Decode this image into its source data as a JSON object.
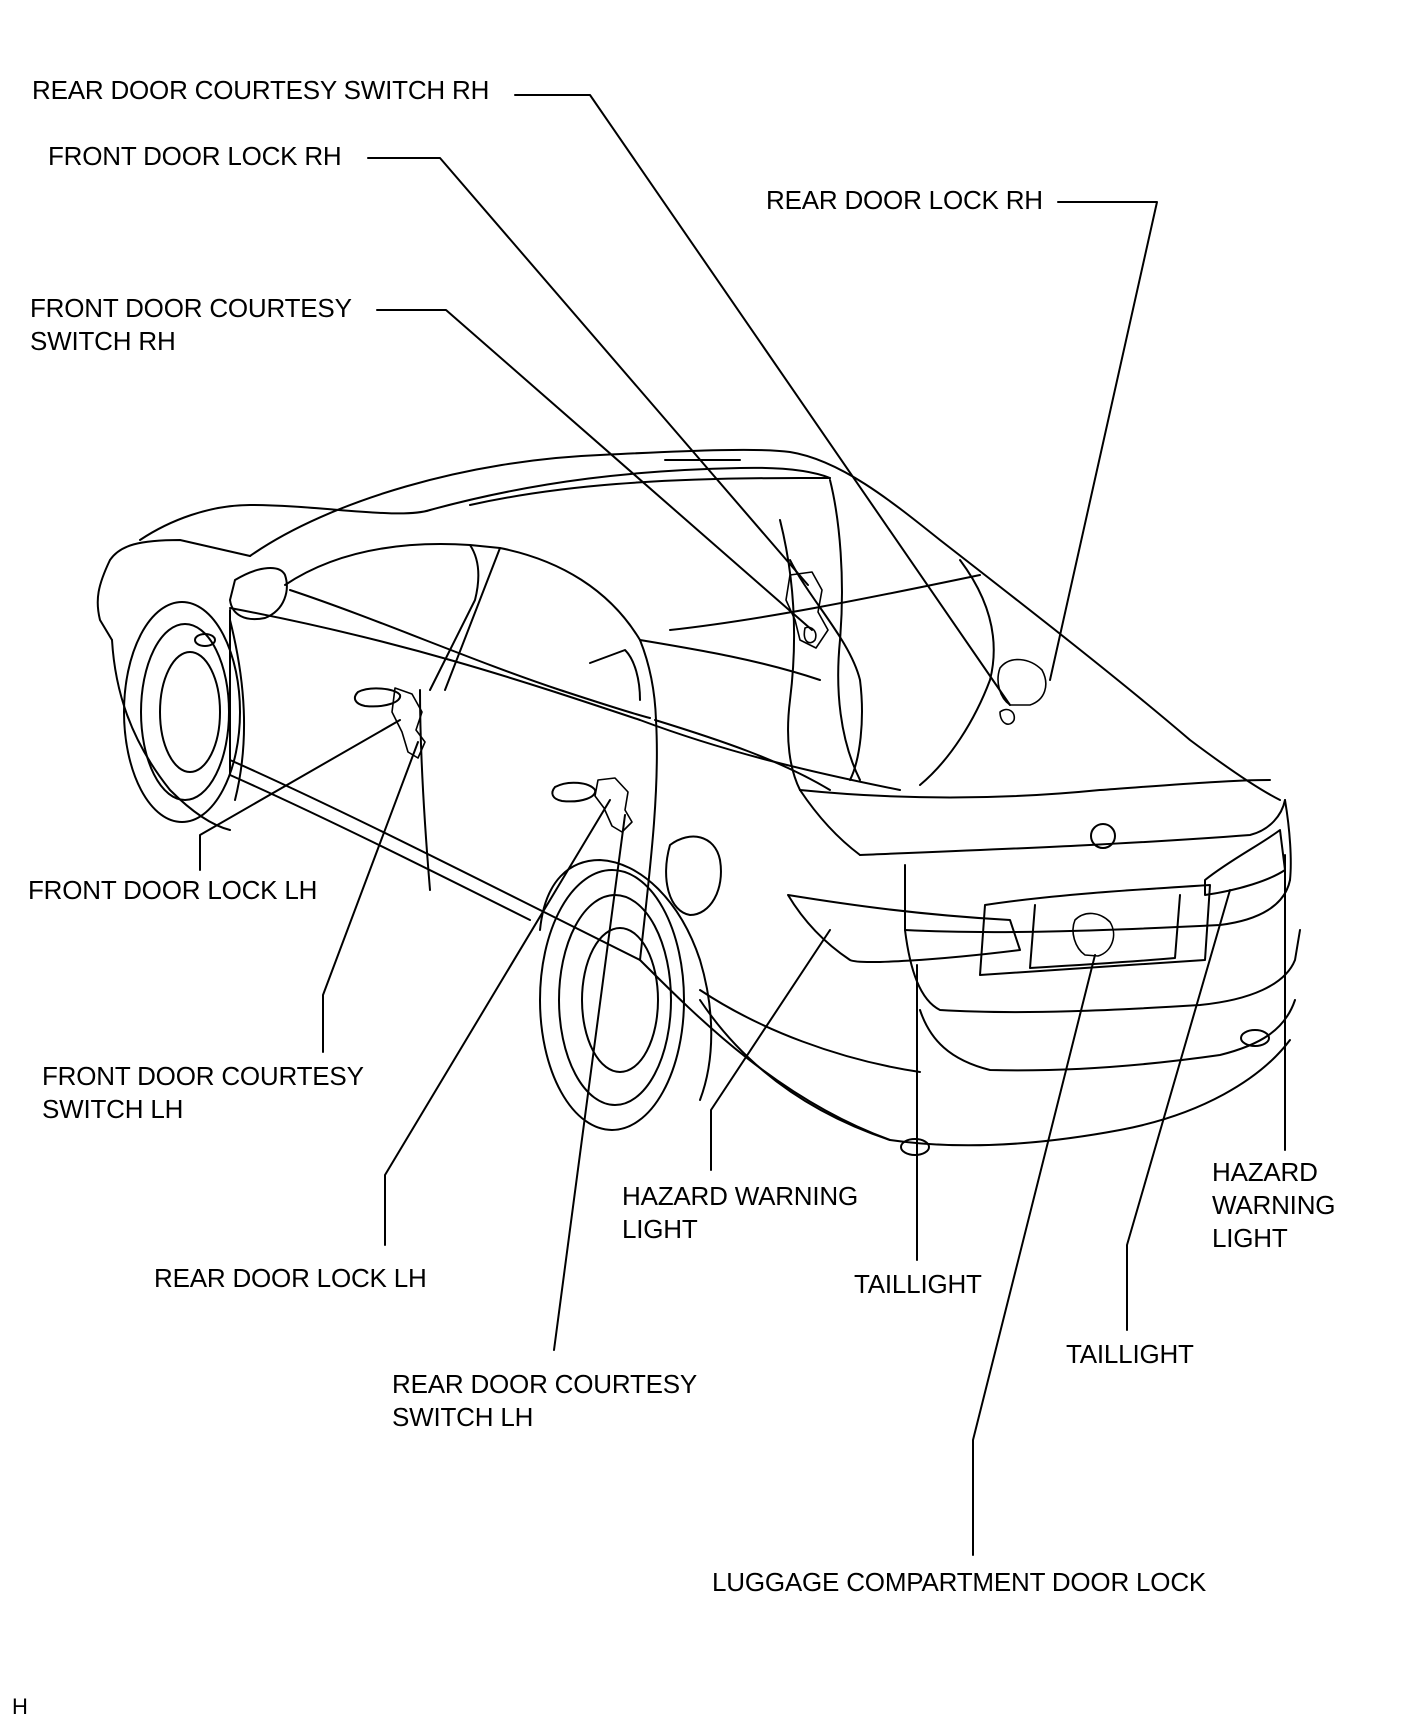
{
  "labels": {
    "rear_door_courtesy_switch_rh": [
      "REAR DOOR COURTESY SWITCH RH"
    ],
    "front_door_lock_rh": [
      "FRONT DOOR LOCK RH"
    ],
    "rear_door_lock_rh": [
      "REAR DOOR LOCK RH"
    ],
    "front_door_courtesy_switch_rh": [
      "FRONT DOOR COURTESY",
      "SWITCH RH"
    ],
    "front_door_lock_lh": [
      "FRONT DOOR LOCK LH"
    ],
    "front_door_courtesy_switch_lh": [
      "FRONT DOOR COURTESY",
      "SWITCH LH"
    ],
    "rear_door_lock_lh": [
      "REAR DOOR LOCK LH"
    ],
    "hazard_warning_light_left": [
      "HAZARD WARNING",
      "LIGHT"
    ],
    "taillight_left": [
      "TAILLIGHT"
    ],
    "hazard_warning_light_right": [
      "HAZARD",
      "WARNING",
      "LIGHT"
    ],
    "taillight_right": [
      "TAILLIGHT"
    ],
    "rear_door_courtesy_switch_lh": [
      "REAR DOOR COURTESY",
      "SWITCH LH"
    ],
    "luggage_compartment_door_lock": [
      "LUGGAGE COMPARTMENT DOOR LOCK"
    ]
  },
  "figure_ref": "H",
  "colors": {
    "line": "#000000",
    "background": "#ffffff"
  }
}
